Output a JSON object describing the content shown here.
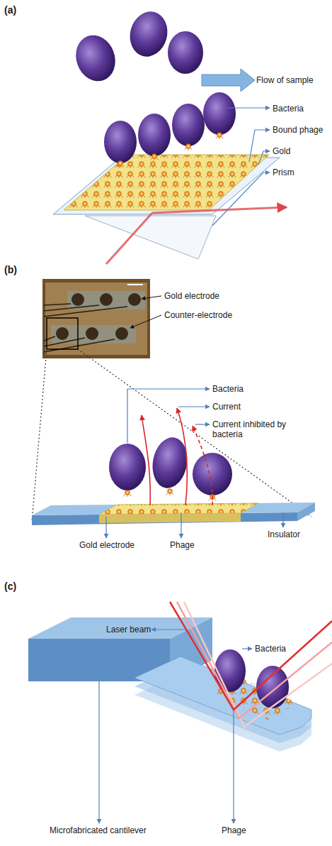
{
  "diagram": {
    "labels": [
      "(a)",
      "Flow of sample",
      "Bacteria",
      "Bound phage",
      "Gold",
      "Prism",
      "(b)",
      "Gold electrode",
      "Counter-electrode",
      "Bacteria",
      "Current",
      "Current inhibited by bacteria",
      "Insulator",
      "Gold electrode",
      "Phage",
      "(c)",
      "Laser beam",
      "Bacteria",
      "Microfabricated cantilever",
      "Phage"
    ]
  }
}
